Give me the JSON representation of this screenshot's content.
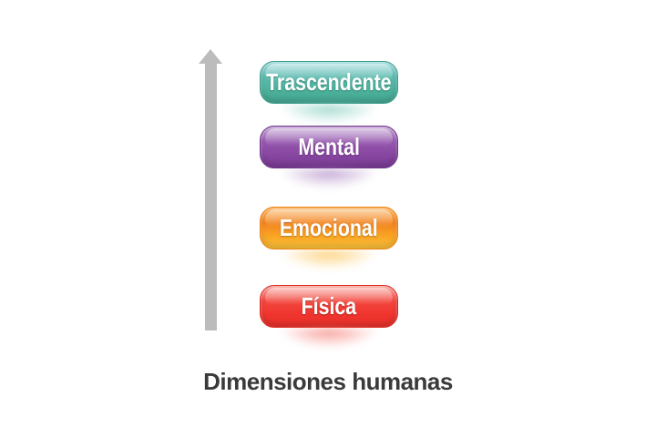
{
  "diagram": {
    "title": "Dimensiones humanas",
    "title_color": "#3a3a3a",
    "arrow": {
      "icon": "up-arrow-icon",
      "direction": "up",
      "color": "#bcbcbc"
    },
    "levels": [
      {
        "label": "Trascendente",
        "text_color": "#ffffff",
        "colors": {
          "highlight": "#8fd2d8",
          "main": "#5bbaad",
          "deep": "#4cb19b",
          "bottom": "#45a893",
          "edge": "#3c9d8b",
          "glow": "#79c9b8"
        }
      },
      {
        "label": "Mental",
        "text_color": "#ffffff",
        "colors": {
          "highlight": "#b991ca",
          "main": "#9557ae",
          "deep": "#8746a0",
          "bottom": "#7b3a96",
          "edge": "#6c3189",
          "glow": "#a87fc0"
        }
      },
      {
        "label": "Emocional",
        "text_color": "#ffffff",
        "colors": {
          "highlight": "#f9a94c",
          "main": "#f3831f",
          "deep": "#f9a524",
          "bottom": "#fdc33c",
          "edge": "#ee7e07",
          "glow": "#fcbe45"
        }
      },
      {
        "label": "Física",
        "text_color": "#ffffff",
        "colors": {
          "highlight": "#f8948b",
          "main": "#f2453c",
          "deep": "#ef352e",
          "bottom": "#e9302a",
          "edge": "#dd2722",
          "glow": "#f4736b"
        }
      }
    ]
  }
}
